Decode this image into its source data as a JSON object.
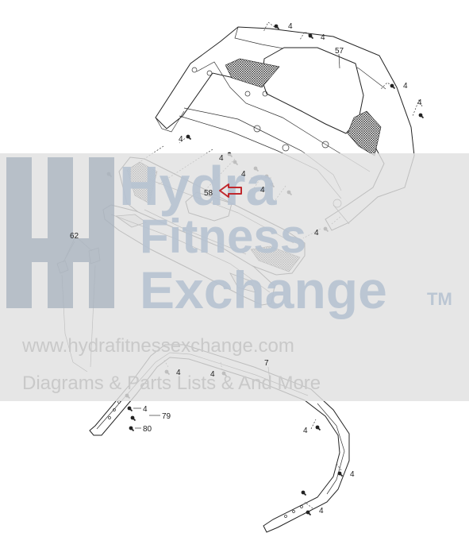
{
  "watermark": {
    "brand_line1": "Hydra",
    "brand_line2": "Fitness",
    "brand_line3": "Exchange",
    "trademark": "TM",
    "url": "www.hydrafitnessexchange.com",
    "tagline": "Diagrams & Parts Lists & And More"
  },
  "callouts": {
    "c57": "57",
    "c58": "58",
    "c62": "62",
    "c7": "7",
    "c79": "79",
    "c80": "80",
    "c4": "4"
  },
  "colors": {
    "highlight_arrow": "#c0282d",
    "line": "#222222",
    "watermark_band": "#e0e0e0",
    "watermark_text": "#b7c3d2"
  },
  "icons": {
    "arrow": "left-pointing outline arrow",
    "screw": "screw fastener"
  }
}
